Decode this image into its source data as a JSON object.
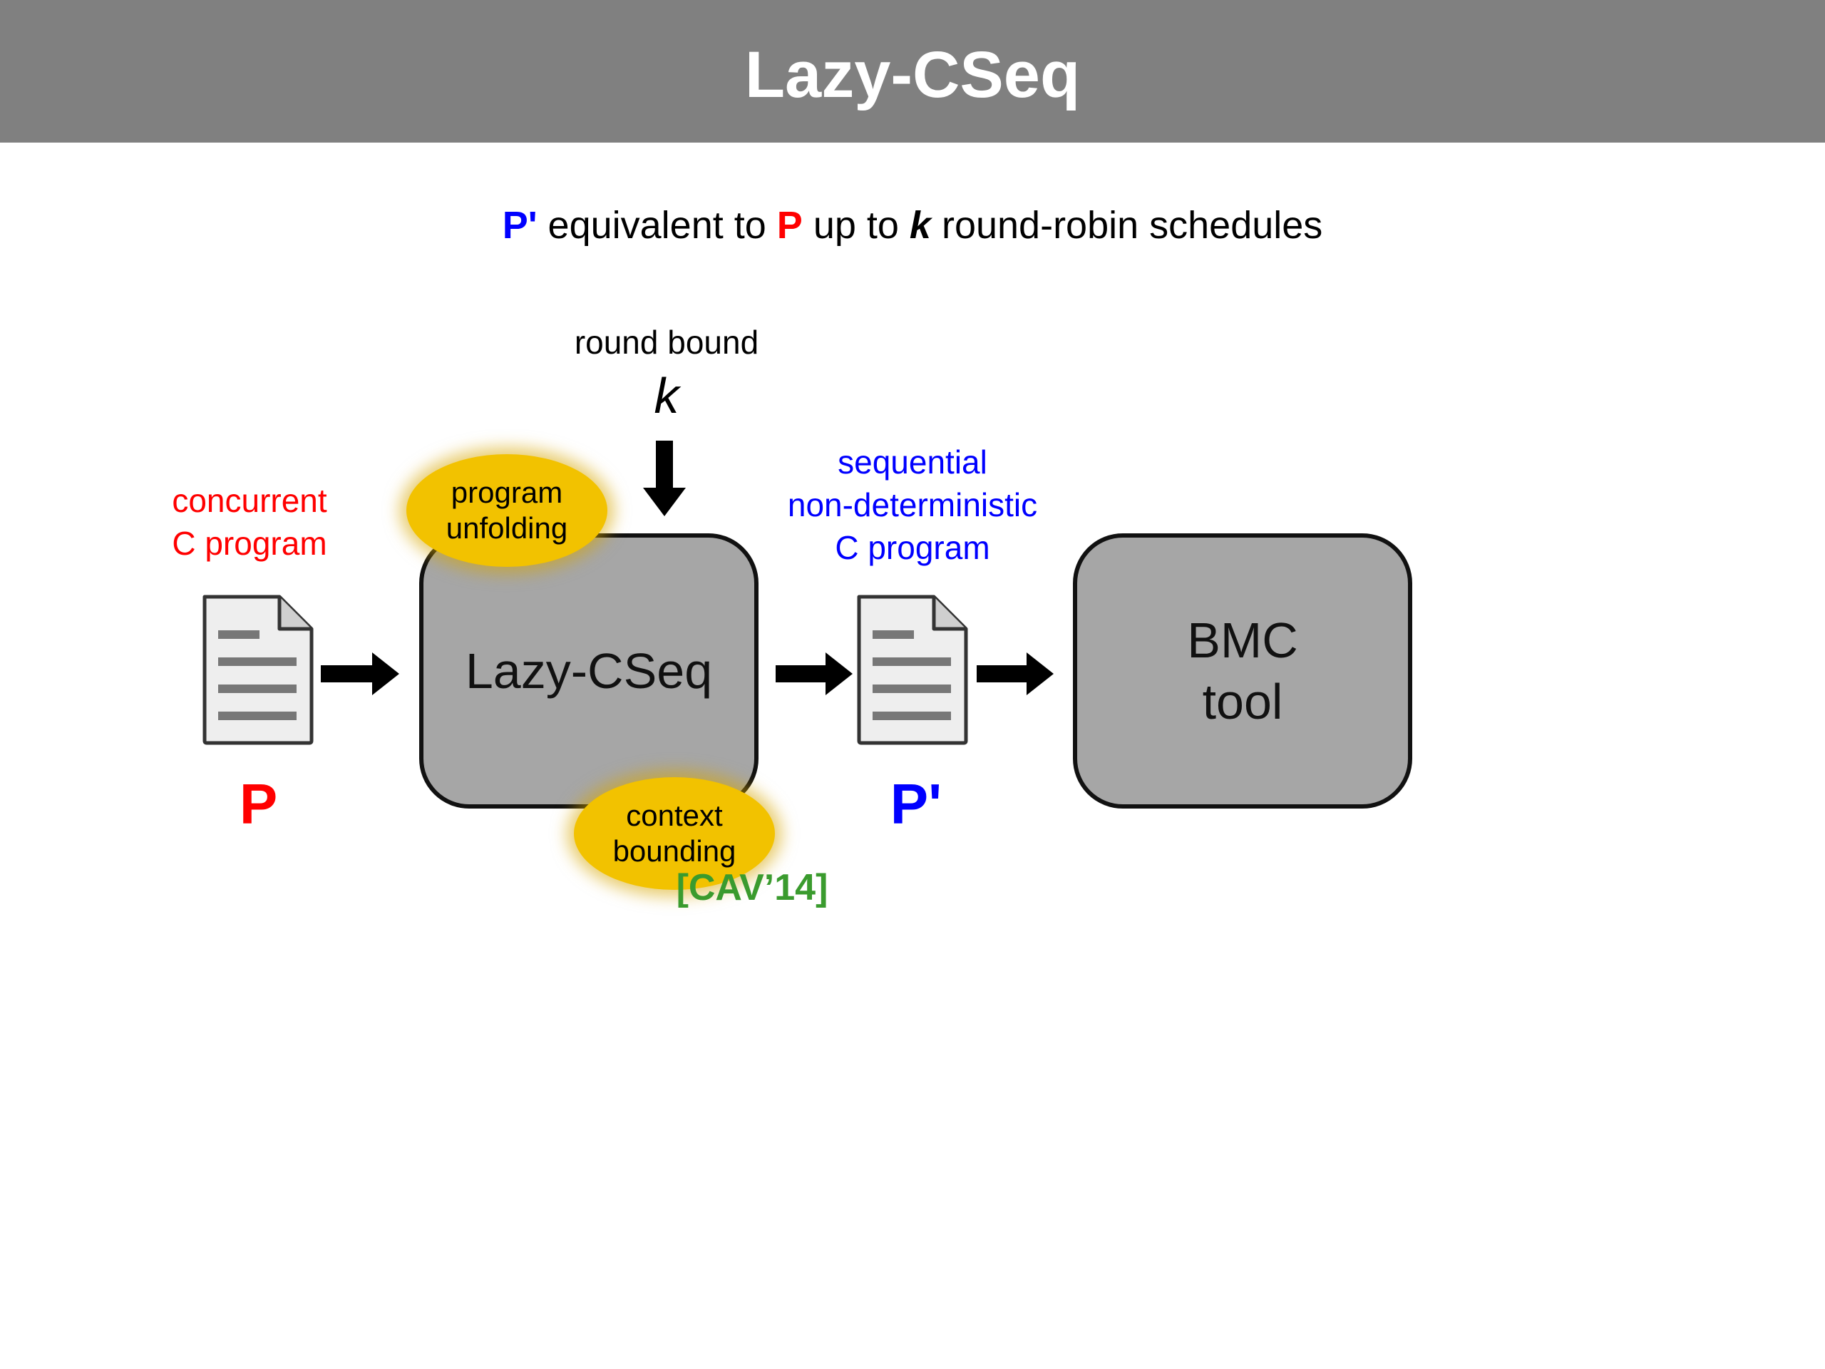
{
  "header": {
    "title": "Lazy-CSeq"
  },
  "subtitle": {
    "p_prime": "P'",
    "text1": " equivalent to ",
    "p": "P",
    "text2": " up to ",
    "k": "k",
    "text3": " round-robin schedules"
  },
  "diagram": {
    "input_label": {
      "line1": "concurrent",
      "line2": "C program"
    },
    "input_symbol": "P",
    "round_bound_label": "round bound",
    "round_bound_symbol": "k",
    "tool_box_label": "Lazy-CSeq",
    "unfolding_label": {
      "line1": "program",
      "line2": "unfolding"
    },
    "bounding_label": {
      "line1": "context",
      "line2": "bounding"
    },
    "citation": "[CAV’14]",
    "output_label": {
      "line1": "sequential",
      "line2": "non-deterministic",
      "line3": "C program"
    },
    "output_symbol": "P'",
    "bmc_box": {
      "line1": "BMC",
      "line2": "tool"
    },
    "colors": {
      "concurrent": "#ff0000",
      "sequential": "#0000ff",
      "ellipse": "#f2c200",
      "box": "#a6a6a6",
      "citation": "#3a9b2e"
    }
  }
}
